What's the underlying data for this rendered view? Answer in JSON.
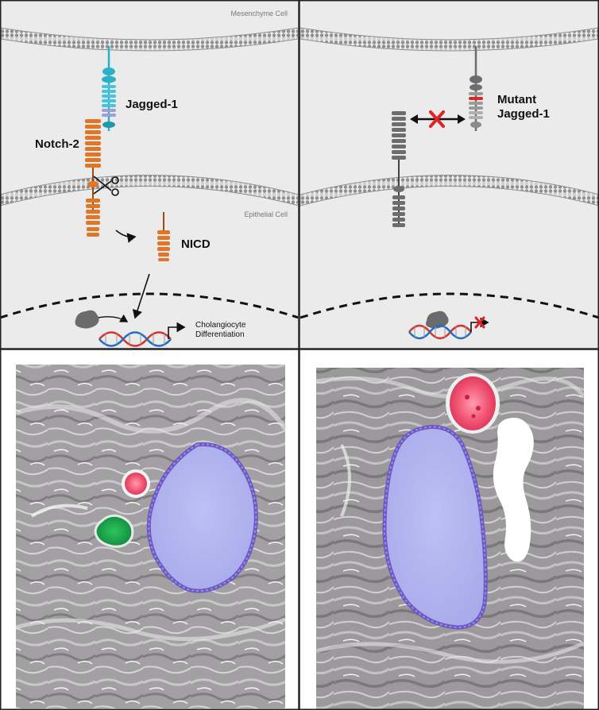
{
  "panels": {
    "wildtype": {
      "top_cell_label": "Mesenchyme Cell",
      "ligand_label": "Jagged-1",
      "receptor_label": "Notch-2",
      "bottom_cell_label": "Epithelial Cell",
      "nicd_label": "NICD",
      "outcome_label_line1": "Cholangiocyte",
      "outcome_label_line2": "Differentiation"
    },
    "mutant": {
      "ligand_label_line1": "Mutant",
      "ligand_label_line2": "Jagged-1"
    }
  },
  "colors": {
    "background": "#ebebeb",
    "membrane": "#9a9a9a",
    "notch": "#e0762a",
    "jagged_stem": "#2bb0c9",
    "jagged_egf": "#48c3dd",
    "jagged_crd": "#9aa0d6",
    "mutant_gray": "#6d6d6d",
    "block_red": "#e02424",
    "dna_red": "#d8342b",
    "dna_blue": "#1f6fc2",
    "duct_lumen": "#b3b7ef",
    "duct_wall": "#6a58c4",
    "artery_pink": "#ee4f74",
    "portal_vein_green": "#16a64b",
    "tissue": "#9d9a9d"
  }
}
